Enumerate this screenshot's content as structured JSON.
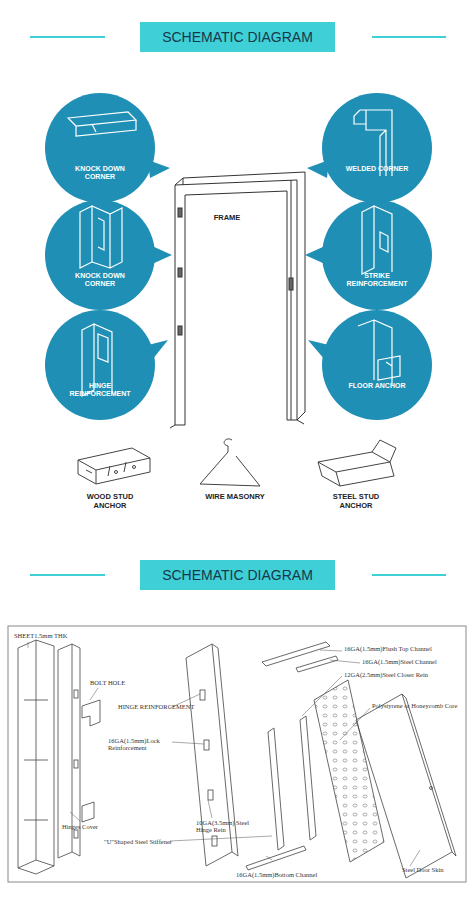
{
  "diagram": {
    "nodes": [
      {
        "text": [
          "SCHEMATIC DIAGRAM"
        ]
      },
      {
        "text": [
          "KNOCK DOWN CORNER"
        ]
      },
      {
        "text": [
          "WELDED CORNER"
        ]
      },
      {
        "text": [
          "KNOCK DOWN CORNER"
        ]
      },
      {
        "text": [
          "STRIKE REINFORCEMENT"
        ]
      },
      {
        "text": [
          "HINGE REINFORCEMENT"
        ]
      },
      {
        "text": [
          "FLOOR ANCHOR"
        ]
      },
      {
        "text": [
          "SCHEMATIC DIAGRAM"
        ]
      }
    ],
    "edges": [],
    "labels": [
      "FRAME",
      "WOOD STUD ANCHOR",
      "WIRE MASONRY",
      "STEEL STUD ANCHOR",
      "SHEET1.5mm THK",
      "BOLT HOLE",
      "Hinges Cover",
      "HINGE REINFORCEMENT",
      "16GA(1.5mm)Lock Reinforcement",
      "10GA(3.5mm) Steel Hinge Rein",
      "\"U\"Shaped Steel Stiffener",
      "16GA(1.5mm)Flush Top Channel",
      "16GA(1.5mm)Steel Channel",
      "12GA(2.5mm)Steel Closer Rein",
      "Polystyrene or Honeycomb Core",
      "16GA(1.5mm)Bottom Channel",
      "Steel Door Skin"
    ]
  }
}
